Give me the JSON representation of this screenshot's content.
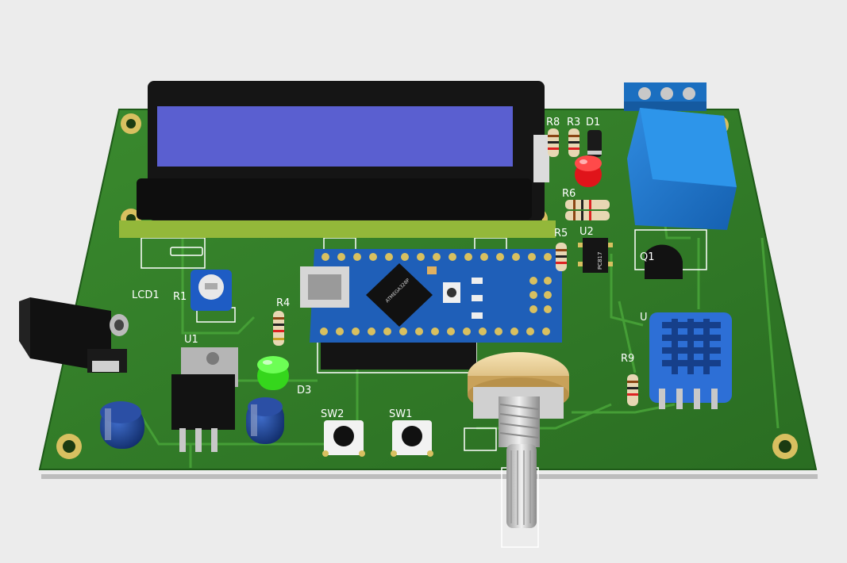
{
  "scene": {
    "background": "#ececec",
    "board_color": "#2f7a26",
    "silk_color": "#ffffff",
    "pad_color": "#d8c060"
  },
  "labels": {
    "lcd1": "LCD1",
    "r1": "R1",
    "u1": "U1",
    "r4": "R4",
    "d3": "D3",
    "sw2": "SW2",
    "sw1": "SW1",
    "r8": "R8",
    "r3": "R3",
    "d1": "D1",
    "r6": "R6",
    "r5": "R5",
    "u2": "U2",
    "q1": "Q1",
    "r9": "R9",
    "u_sensor": "U"
  },
  "chips": {
    "mcu": "ATMEGA328P",
    "optocoupler": "PC817"
  },
  "components": {
    "lcd": {
      "screen_color": "#5a5fd0"
    },
    "led_red": {
      "color": "#e0141a"
    },
    "led_green": {
      "color": "#35d61c"
    },
    "relay": {
      "color": "#1a78c9"
    },
    "terminal": {
      "color": "#1b6fc0"
    },
    "arduino": {
      "color": "#1f5fb8"
    },
    "sensor": {
      "color": "#2d6fd6"
    },
    "capacitor": {
      "color": "#1a3f8a"
    }
  }
}
